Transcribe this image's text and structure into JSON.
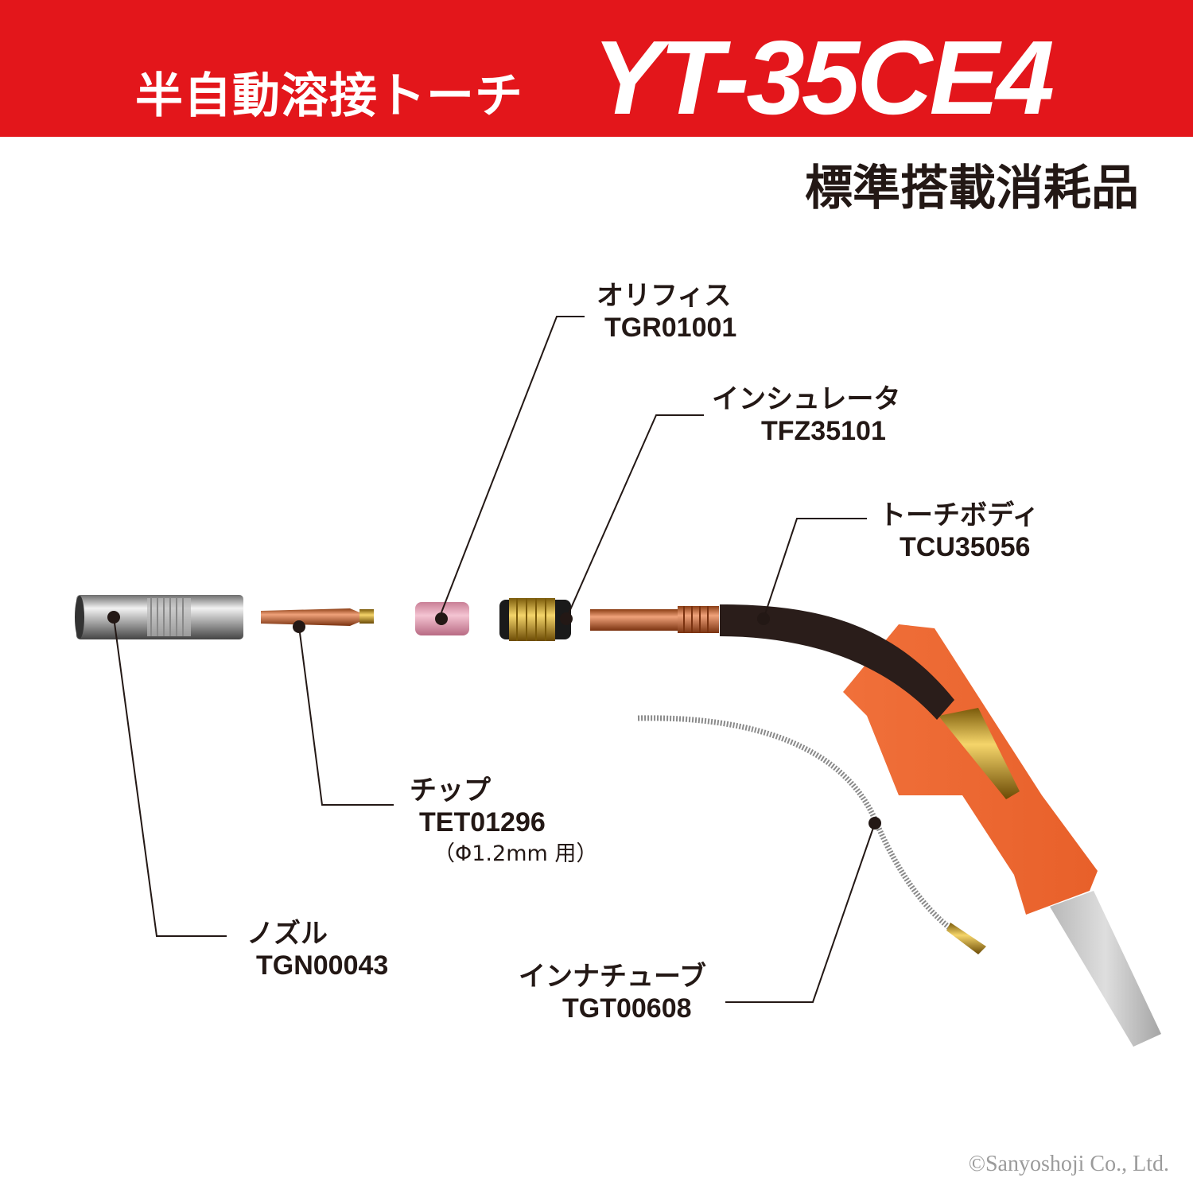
{
  "header": {
    "product_type": "半自動溶接トーチ",
    "model": "YT-35CE4",
    "background_color": "#e3161b"
  },
  "subtitle": "標準搭載消耗品",
  "parts": [
    {
      "name": "オリフィス",
      "code": "TGR01001"
    },
    {
      "name": "インシュレータ",
      "code": "TFZ35101"
    },
    {
      "name": "トーチボディ",
      "code": "TCU35056"
    },
    {
      "name": "チップ",
      "code": "TET01296",
      "note": "（Φ1.2mm 用）"
    },
    {
      "name": "ノズル",
      "code": "TGN00043"
    },
    {
      "name": "インナチューブ",
      "code": "TGT00608"
    }
  ],
  "copyright": "©Sanyoshoji Co., Ltd."
}
